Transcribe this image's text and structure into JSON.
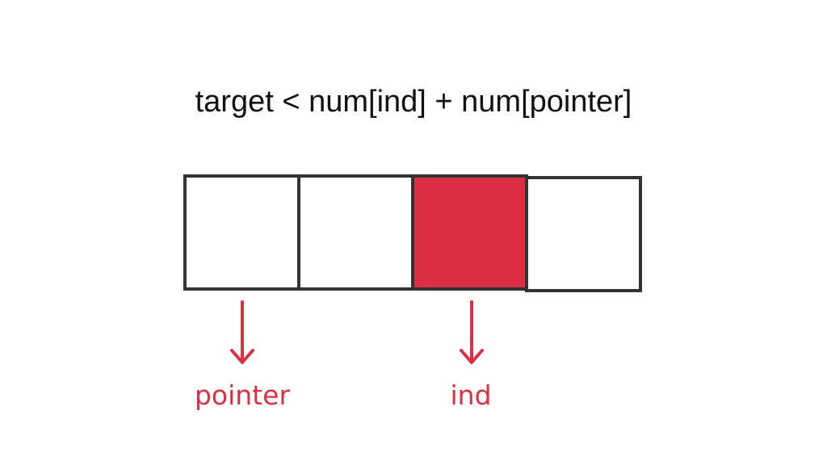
{
  "title": "target < num[ind] + num[pointer]",
  "cells": [
    {
      "highlighted": false
    },
    {
      "highlighted": false
    },
    {
      "highlighted": true
    },
    {
      "highlighted": false
    }
  ],
  "pointers": [
    {
      "cell_index": 0,
      "label": "pointer"
    },
    {
      "cell_index": 2,
      "label": "ind"
    }
  ],
  "colors": {
    "accent": "#dd2e44",
    "stroke": "#333333",
    "cell_fill": "#ffffff",
    "text": "#111111"
  }
}
